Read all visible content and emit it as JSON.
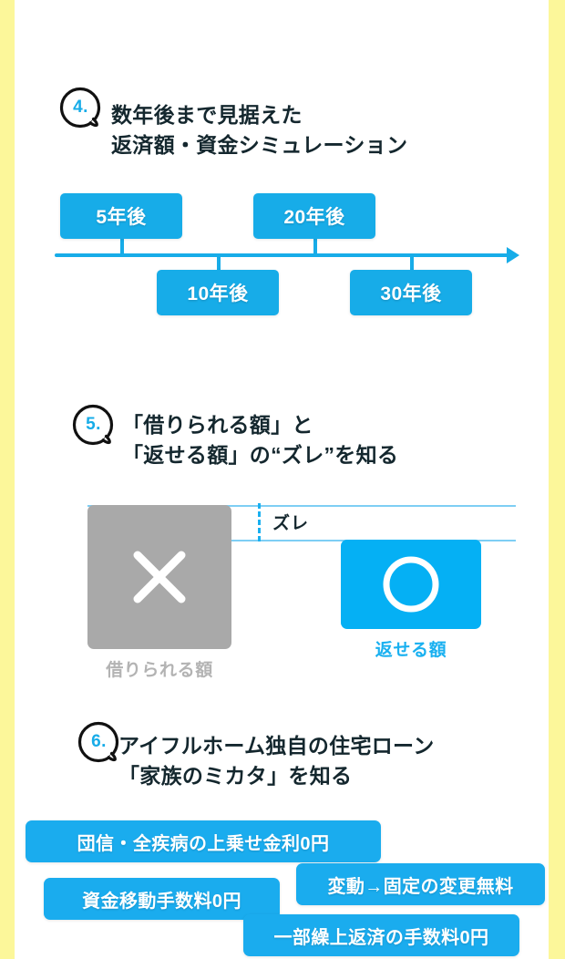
{
  "theme": {
    "rail_color": "#fcf79a",
    "accent_blue": "#17ace8",
    "tag_blue": "#1aacee",
    "gray": "#a9a9a9",
    "heading_color": "#14272e",
    "background": "#ffffff"
  },
  "sections": [
    {
      "number": "4.",
      "heading": "数年後まで見据えた\n返済額・資金シミュレーション"
    },
    {
      "number": "5.",
      "heading": "「借りられる額」と\n「返せる額」の“ズレ”を知る"
    },
    {
      "number": "6.",
      "heading": "アイフルホーム独自の住宅ローン\n「家族のミカタ」を知る"
    }
  ],
  "timeline": {
    "milestones": [
      {
        "label": "5年後",
        "position": "above"
      },
      {
        "label": "10年後",
        "position": "below"
      },
      {
        "label": "20年後",
        "position": "above"
      },
      {
        "label": "30年後",
        "position": "below"
      }
    ],
    "arrow_direction": "right"
  },
  "gap_diagram": {
    "gap_label": "ズレ",
    "left": {
      "icon": "cross-icon",
      "label": "借りられる額",
      "color": "#a9a9a9"
    },
    "right": {
      "icon": "circle-icon",
      "label": "返せる額",
      "color": "#05b0f4"
    }
  },
  "feature_tags": [
    {
      "label": "団信・全疾病の上乗せ金利0円"
    },
    {
      "label": "変動→固定の変更無料"
    },
    {
      "label": "資金移動手数料0円"
    },
    {
      "label": "一部繰上返済の手数料0円"
    }
  ]
}
